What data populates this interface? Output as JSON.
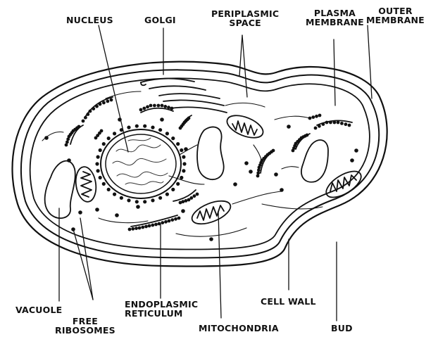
{
  "labels": {
    "nucleus": "NUCLEUS",
    "golgi": "GOLGI",
    "periplasmic_space": "PERIPLASMIC\nSPACE",
    "plasma_membrane": "PLASMA\nMEMBRANE",
    "outer_membrane": "OUTER\nMEMBRANE",
    "vacuole": "VACUOLE",
    "free_ribosomes": "FREE\nRIBOSOMES",
    "endoplasmic_reticulum": "ENDOPLASMIC\nRETICULUM",
    "mitochondria": "MITOCHONDRIA",
    "cell_wall": "CELL WALL",
    "bud": "BUD"
  },
  "colors": {
    "ink": "#111111",
    "background": "#ffffff"
  }
}
